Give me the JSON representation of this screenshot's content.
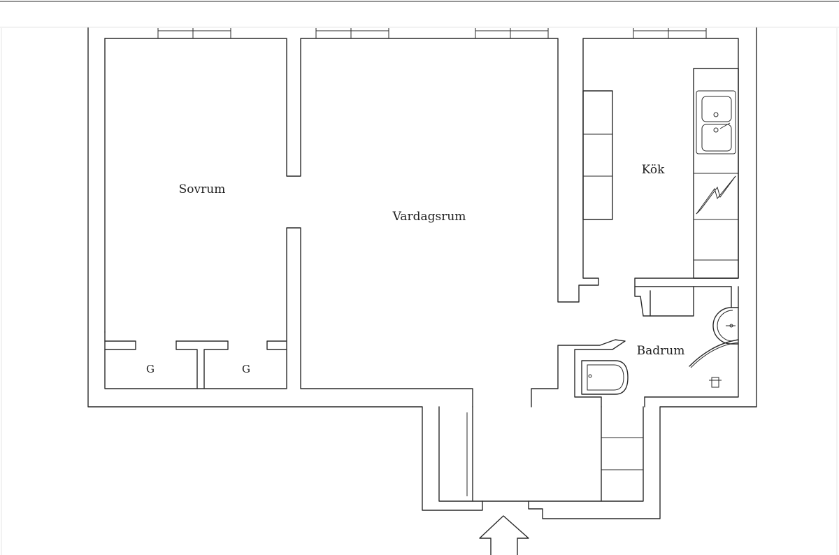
{
  "rooms": {
    "bedroom": "Sovrum",
    "living_room": "Vardagsrum",
    "kitchen": "Kök",
    "bathroom": "Badrum",
    "wardrobe_1": "G",
    "wardrobe_2": "G"
  },
  "colors": {
    "line": "#2a2a2a",
    "background": "#ffffff",
    "text": "#1e1e1e"
  }
}
